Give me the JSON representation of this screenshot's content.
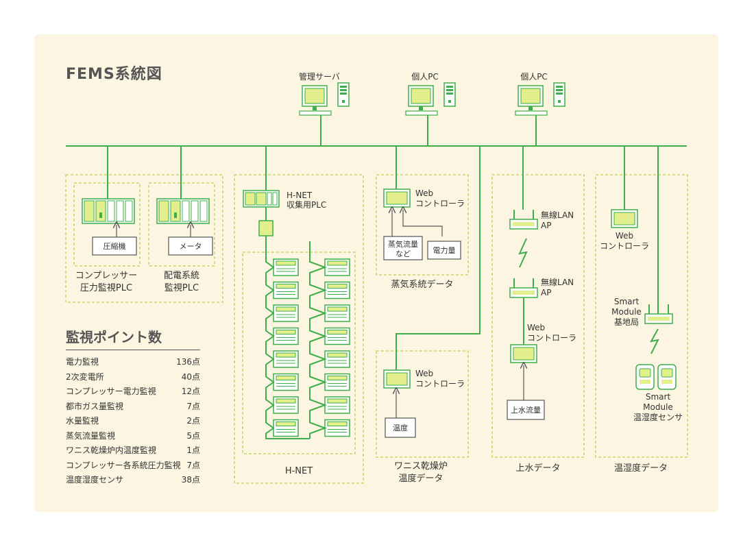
{
  "title": "FEMS系統図",
  "top_devices": [
    {
      "label": "管理サーバ"
    },
    {
      "label": "個人PC"
    },
    {
      "label": "個人PC"
    }
  ],
  "groups": {
    "compressor": {
      "device_label": "圧縮機",
      "plc_label_1": "コンプレッサー",
      "plc_label_2": "圧力監視PLC"
    },
    "power": {
      "device_label": "メータ",
      "plc_label_1": "配電系統",
      "plc_label_2": "監視PLC"
    },
    "hnet": {
      "plc_label_1": "H-NET",
      "plc_label_2": "収集用PLC",
      "group_label": "H-NET"
    },
    "steam": {
      "controller_1": "Web",
      "controller_2": "コントローラ",
      "sensor_a_1": "蒸気流量",
      "sensor_a_2": "など",
      "sensor_b": "電力量",
      "group_label": "蒸気系統データ"
    },
    "furnace": {
      "controller_1": "Web",
      "controller_2": "コントローラ",
      "sensor": "温度",
      "group_label_1": "ワニス乾燥炉",
      "group_label_2": "温度データ"
    },
    "water": {
      "ap_1": "無線LAN",
      "ap_2": "AP",
      "ap2_1": "無線LAN",
      "ap2_2": "AP",
      "controller_1": "Web",
      "controller_2": "コントローラ",
      "sensor": "上水流量",
      "group_label": "上水データ"
    },
    "humidity": {
      "controller_1": "Web",
      "controller_2": "コントローラ",
      "base_1": "Smart",
      "base_2": "Module",
      "base_3": "基地局",
      "sensor_1": "Smart",
      "sensor_2": "Module",
      "sensor_3": "温湿度センサ",
      "group_label": "温湿度データ"
    }
  },
  "stats": {
    "title": "監視ポイント数",
    "items": [
      {
        "label": "電力監視",
        "value": "136点"
      },
      {
        "label": "2次変電所",
        "value": "40点"
      },
      {
        "label": "コンプレッサー電力監視",
        "value": "12点"
      },
      {
        "label": "都市ガス量監視",
        "value": "7点"
      },
      {
        "label": "水量監視",
        "value": "2点"
      },
      {
        "label": "蒸気流量監視",
        "value": "5点"
      },
      {
        "label": "ワニス乾燥炉内温度監視",
        "value": "1点"
      },
      {
        "label": "コンプレッサー各系統圧力監視",
        "value": "7点"
      },
      {
        "label": "温度湿度センサ",
        "value": "38点"
      }
    ]
  },
  "colors": {
    "line": "#3dae49",
    "fill": "#e2ef8c",
    "dashed": "#b7d44c",
    "bg": "#fbf5e1"
  }
}
